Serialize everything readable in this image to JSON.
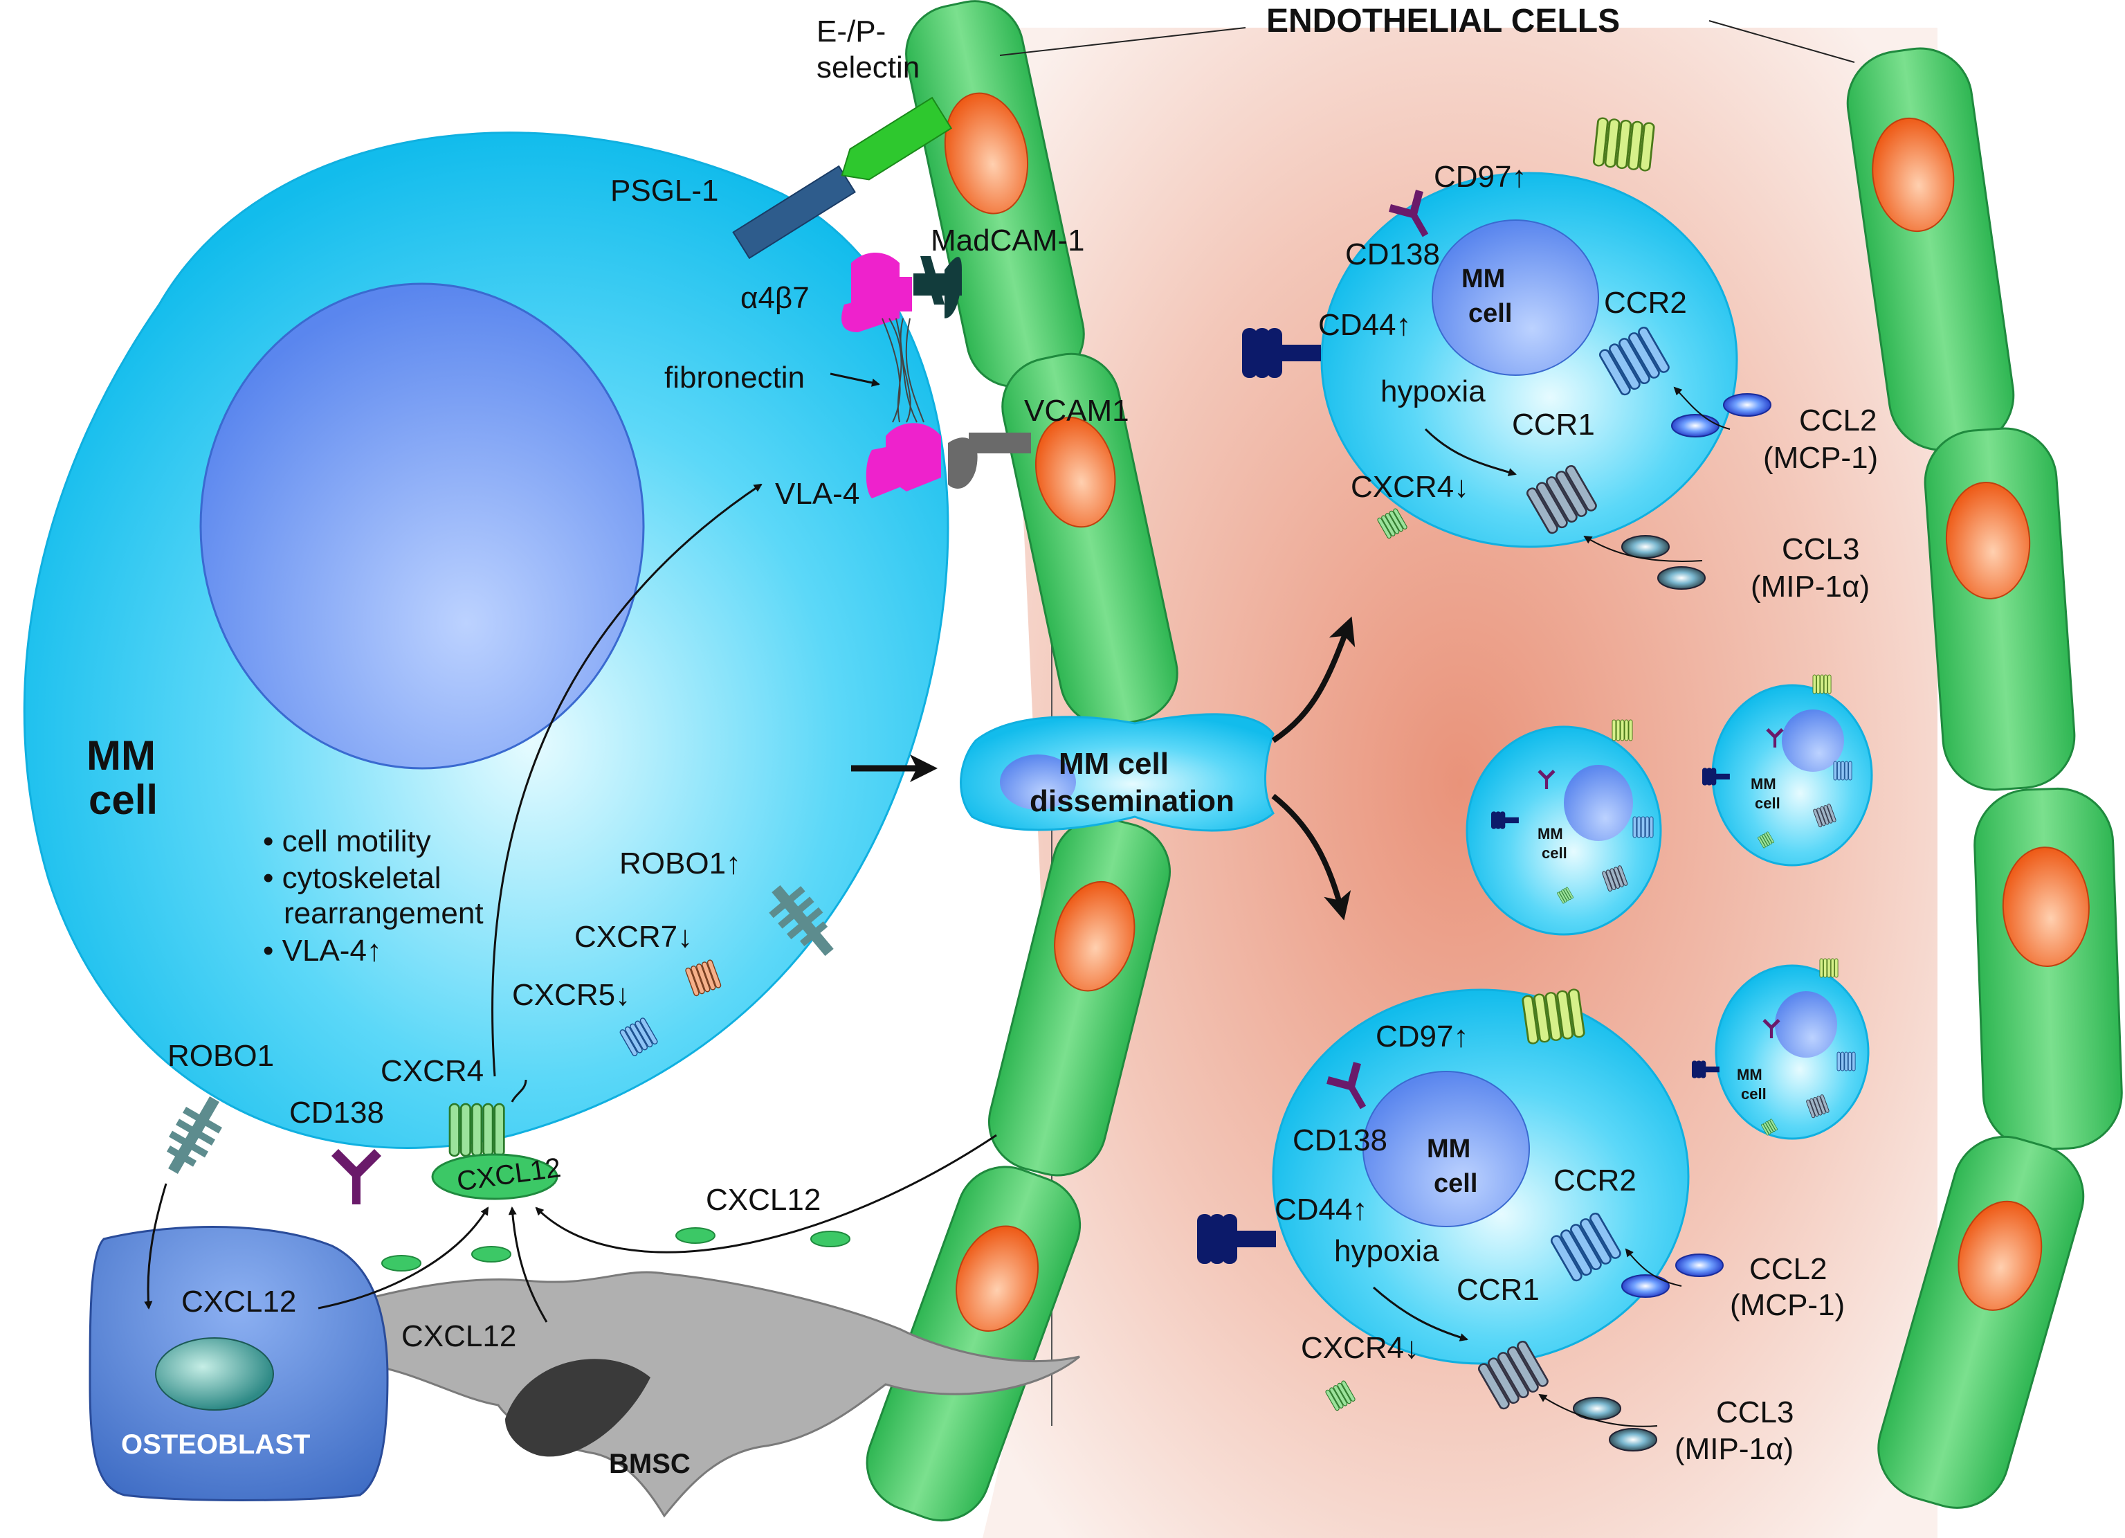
{
  "header": {
    "endothelial_title": "ENDOTHELIAL CELLS"
  },
  "main_cell": {
    "label_line1": "MM",
    "label_line2": "cell",
    "bullets": [
      "cell motility",
      "cytoskeletal",
      "rearrangement",
      "VLA-4↑"
    ]
  },
  "adhesion": {
    "e_p_selectin_line1": "E-/P-",
    "e_p_selectin_line2": "selectin",
    "psgl1": "PSGL-1",
    "madcam1": "MadCAM-1",
    "a4b7": "α4β7",
    "fibronectin": "fibronectin",
    "vcam1": "VCAM1",
    "vla4": "VLA-4"
  },
  "receptors": {
    "robo1_up": "ROBO1↑",
    "cxcr7_down": "CXCR7↓",
    "cxcr5_down": "CXCR5↓",
    "robo1": "ROBO1",
    "cd138": "CD138",
    "cxcr4": "CXCR4",
    "cxcl12_bound": "CXCL12"
  },
  "niche": {
    "cxcl12_osteoblast": "CXCL12",
    "cxcl12_bmsc": "CXCL12",
    "cxcl12_free": "CXCL12",
    "osteoblast": "OSTEOBLAST",
    "bmsc": "BMSC"
  },
  "dissemination": {
    "line1": "MM cell",
    "line2": "dissemination"
  },
  "upper_cell": {
    "cd97": "CD97↑",
    "cd138": "CD138",
    "cd44": "CD44↑",
    "label_line1": "MM",
    "label_line2": "cell",
    "ccr2": "CCR2",
    "hypoxia": "hypoxia",
    "ccr1": "CCR1",
    "cxcr4": "CXCR4↓",
    "ccl2_line1": "CCL2",
    "ccl2_line2": "(MCP-1)",
    "ccl3_line1": "CCL3",
    "ccl3_line2": "(MIP-1α)"
  },
  "lower_cell": {
    "cd97": "CD97↑",
    "cd138": "CD138",
    "cd44": "CD44↑",
    "label_line1": "MM",
    "label_line2": "cell",
    "ccr2": "CCR2",
    "hypoxia": "hypoxia",
    "ccr1": "CCR1",
    "cxcr4": "CXCR4↓",
    "ccl2_line1": "CCL2",
    "ccl2_line2": "(MCP-1)",
    "ccl3_line1": "CCL3",
    "ccl3_line2": "(MIP-1α)"
  },
  "small_cells": {
    "label_line1": "MM",
    "label_line2": "cell"
  },
  "colors": {
    "mm_cell": "#22c8f2",
    "nucleus": "#5b8ef0",
    "endothelium": "#3cc866",
    "endo_nucleus": "#f06020",
    "vessel_bg": "#f0b8a6",
    "osteoblast": "#4a78cc",
    "bmsc": "#a0a0a0",
    "cxcl12": "#3cc866",
    "receptor_green": "#66cc66",
    "receptor_blue": "#4488dd",
    "receptor_grey": "#5d7e86",
    "magenta": "#ee22cc",
    "dark_teal": "#123c3c"
  }
}
